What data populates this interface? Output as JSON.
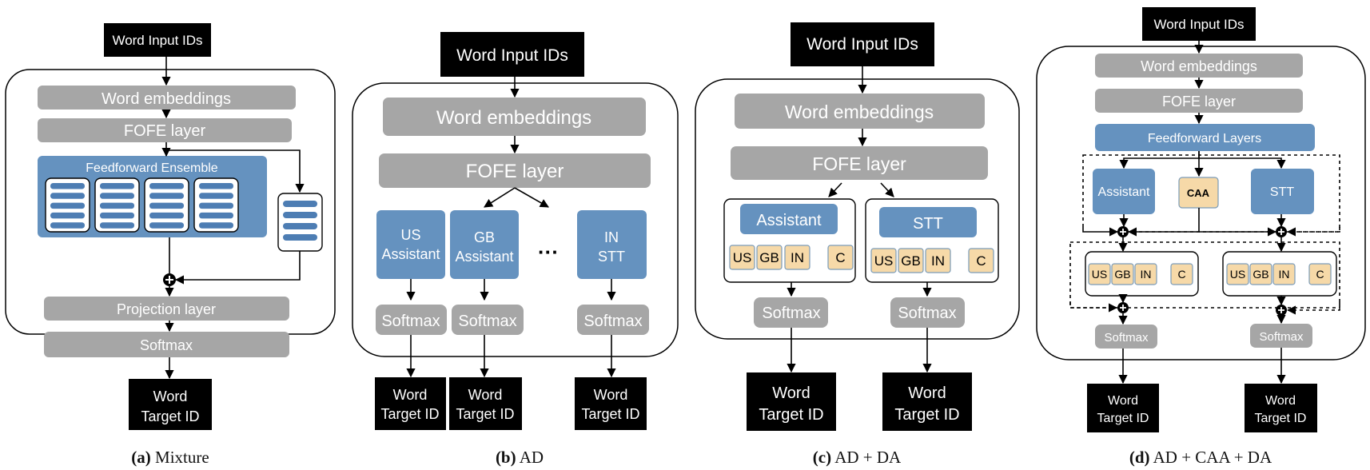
{
  "a": {
    "input": "Word Input IDs",
    "embed": "Word embeddings",
    "fofe": "FOFE layer",
    "ensemble": "Feedforward Ensemble",
    "projection": "Projection layer",
    "softmax": "Softmax",
    "target_l1": "Word",
    "target_l2": "Target ID",
    "caption_letter": "(a)",
    "caption_text": "Mixture"
  },
  "b": {
    "input": "Word Input IDs",
    "embed": "Word embeddings",
    "fofe": "FOFE layer",
    "us_l1": "US",
    "us_l2": "Assistant",
    "gb_l1": "GB",
    "gb_l2": "Assistant",
    "in_l1": "IN",
    "in_l2": "STT",
    "ellipsis": "···",
    "softmax": "Softmax",
    "target_l1": "Word",
    "target_l2": "Target ID",
    "caption_letter": "(b)",
    "caption_text": "AD"
  },
  "c": {
    "input": "Word Input IDs",
    "embed": "Word embeddings",
    "fofe": "FOFE layer",
    "assistant": "Assistant",
    "stt": "STT",
    "tags": [
      "US",
      "GB",
      "IN",
      "C"
    ],
    "softmax": "Softmax",
    "target_l1": "Word",
    "target_l2": "Target ID",
    "caption_letter": "(c)",
    "caption_text": "AD + DA"
  },
  "d": {
    "input": "Word Input IDs",
    "embed": "Word embeddings",
    "fofe": "FOFE layer",
    "ff": "Feedforward Layers",
    "assistant": "Assistant",
    "caa": "CAA",
    "stt": "STT",
    "tags": [
      "US",
      "GB",
      "IN",
      "C"
    ],
    "softmax": "Softmax",
    "target_l1": "Word",
    "target_l2": "Target ID",
    "caption_letter": "(d)",
    "caption_text": "AD + CAA + DA"
  },
  "colors": {
    "gray": "#a6a6a6",
    "blue": "#6592bf",
    "stripe": "#4d7db3",
    "tag_fill": "#f6d9a8",
    "black": "#000000"
  }
}
